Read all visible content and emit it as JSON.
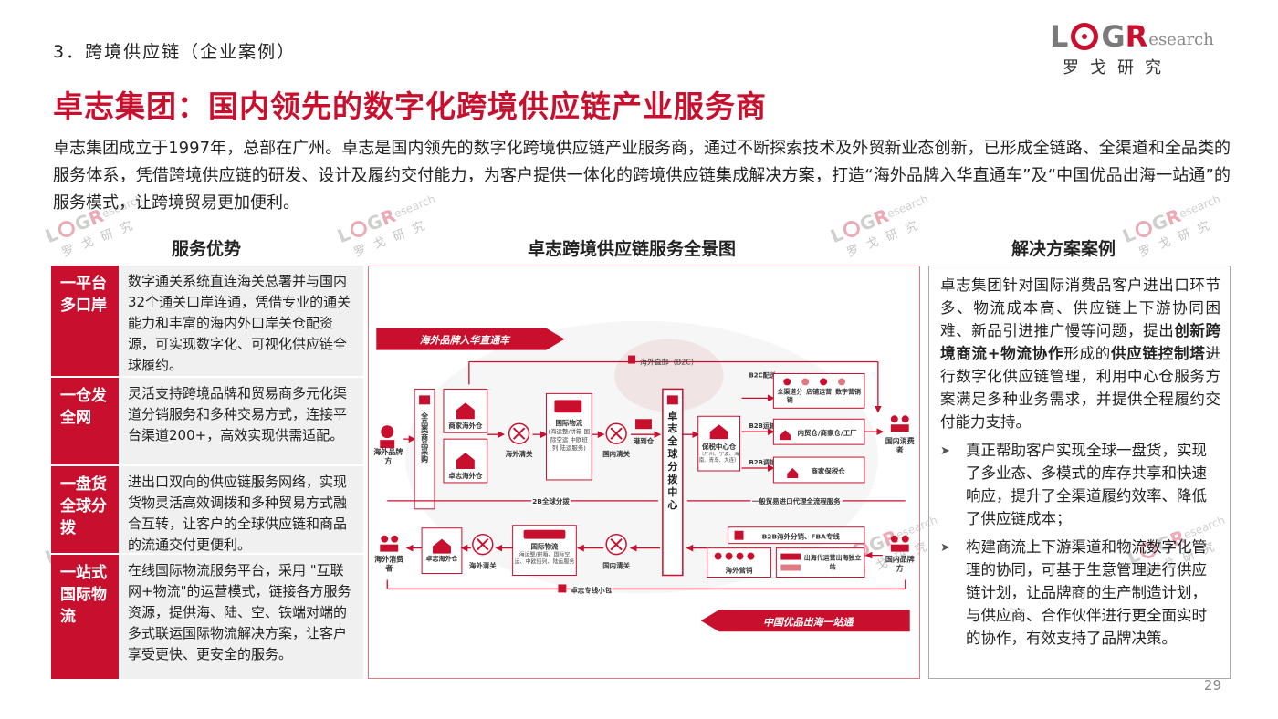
{
  "header": {
    "section": "3．跨境供应链（企业案例）",
    "title": "卓志集团：国内领先的数字化跨境供应链产业服务商"
  },
  "logo": {
    "l": "L",
    "g": "G",
    "r": "R",
    "research": "esearch",
    "cn": "罗戈研究"
  },
  "intro": "卓志集团成立于1997年，总部在广州。卓志是国内领先的数字化跨境供应链产业服务商，通过不断探索技术及外贸新业态创新，已形成全链路、全渠道和全品类的服务体系，凭借跨境供应链的研发、设计及履约交付能力，为客户提供一体化的跨境供应链集成解决方案，打造“海外品牌入华直通车”及“中国优品出海一站通”的服务模式，让跨境贸易更加便利。",
  "advantages": {
    "title": "服务优势",
    "items": [
      {
        "key": "一平台多口岸",
        "desc": "数字通关系统直连海关总署并与国内32个通关口岸连通，凭借专业的通关能力和丰富的海内外口岸关仓配资源，可实现数字化、可视化供应链全球履约。"
      },
      {
        "key": "一仓发全网",
        "desc": "灵活支持跨境品牌和贸易商多元化渠道分销服务和多种交易方式，连接平台渠道200+，高效实现供需适配。"
      },
      {
        "key": "一盘货全球分拨",
        "desc": "进出口双向的供应链服务网络，实现货物灵活高效调拨和多种贸易方式融合互转，让客户的全球供应链和商品的流通交付更便利。"
      },
      {
        "key": "一站式国际物流",
        "desc": "在线国际物流服务平台，采用 \"互联网+物流\"的运营模式，链接各方服务资源，提供海、陆、空、铁端对端的多式联运国际物流解决方案，让客户享受更快、更安全的服务。"
      }
    ]
  },
  "diagram": {
    "title": "卓志跨境供应链服务全景图",
    "banner_in": "海外品牌入华直通车",
    "banner_out": "中国优品出海一站通",
    "b2c_direct": "海外直邮（B2C）",
    "overseas_brand": "海外品牌方",
    "goods_purchase": "全品类商品采购",
    "merchant_overseas_wh": "商家海外仓",
    "zz_overseas_wh": "卓志海外仓",
    "overseas_clear": "海外清关",
    "intl_logistics": "国际物流",
    "intl_logistics_desc": "(海运整/拼箱 国际空运 中欧班列 陆运服务)",
    "domestic_clear": "国内清关",
    "port_wh": "港到仓",
    "hub": "卓志全球分拨中心",
    "b2c_dist": "B2C配送",
    "b2b_transport": "B2B运输",
    "b2b_transfer": "B2B调拨",
    "bonded_center": "保税中心仓",
    "bonded_cities": "（广州、宁波、海南、青岛、大连）",
    "omni_sales": "全渠道分销",
    "store_ops": "店铺运营",
    "digital_mkt": "数字营销",
    "domestic_wh": "内贸仓/商家仓/工厂",
    "merchant_bonded": "商家保税仓",
    "domestic_consumer": "国内消费者",
    "b2b_allot": "2B全球分拨",
    "general_trade": "一般贸易进口代理全流程服务",
    "overseas_consumer": "海外消费者",
    "zz_overseas_wh2": "卓志海外仓",
    "overseas_clear2": "海外清关",
    "intl_logistics2": "国际物流",
    "intl_logistics2_desc": "海运整/拼箱、国际空运、中欧班列、陆运服务",
    "domestic_clear2": "国内清关",
    "b2b_fba": "B2B海外分销、FBA专线",
    "overseas_mkt": "海外营销",
    "overseas_ops": "出海代运营出海独立站",
    "domestic_brand": "国内品牌方",
    "zz_express": "卓志专线小包"
  },
  "cases": {
    "title": "解决方案案例",
    "intro_a": "卓志集团针对国际消费品客户进出口环节多、物流成本高、供应链上下游协同困难、新品引进推广慢等问题，提出",
    "intro_b1": "创新跨境商流+物流协作",
    "intro_c": "形成的",
    "intro_b2": "供应链控制塔",
    "intro_d": "进行数字化供应链管理，利用中心仓服务方案满足多种业务需求，并提供全程履约交付能力支持。",
    "bullets": [
      "真正帮助客户实现全球一盘货，实现了多业态、多模式的库存共享和快速响应，提升了全渠道履约效率、降低了供应链成本；",
      "构建商流上下游渠道和物流数字化管理的协同，可基于生意管理进行供应链计划，让品牌商的生产制造计划，与供应商、合作伙伴进行更全面实时的协作，有效支持了品牌决策。"
    ]
  },
  "page_number": "29",
  "colors": {
    "accent": "#c8102e",
    "panel": "#f0f0f0"
  }
}
